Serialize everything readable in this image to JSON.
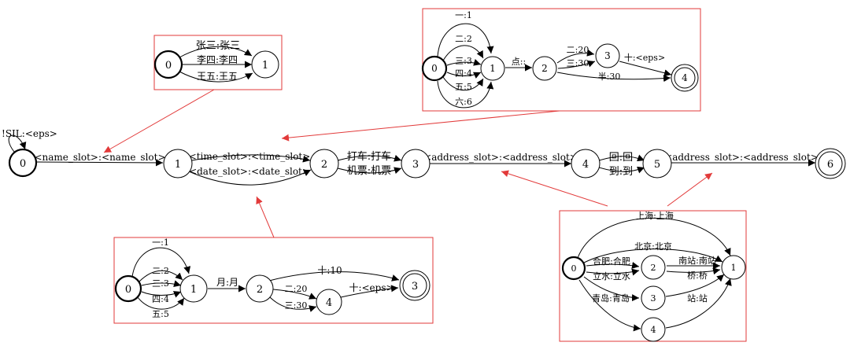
{
  "main": {
    "loop": "!SIL:<eps>",
    "nodes": [
      "0",
      "1",
      "2",
      "3",
      "4",
      "5",
      "6"
    ],
    "edges": {
      "e01": "<name_slot>:<name_slot>",
      "e12a": "<time_slot>:<time_slot>",
      "e12b": "<date_slot>:<date_slot>",
      "e23a": "打车:打车",
      "e23b": "机票:机票",
      "e34": "<address_slot>:<address_slot>",
      "e45a": "回:回",
      "e45b": "到:到",
      "e56": "<address_slot>:<address_slot>"
    }
  },
  "name_fst": {
    "nodes": [
      "0",
      "1"
    ],
    "edges": [
      "张三:张三",
      "李四:李四",
      "王五:王五"
    ]
  },
  "time_fst": {
    "nodes": [
      "0",
      "1",
      "2",
      "3",
      "4"
    ],
    "digits": [
      "一:1",
      "二:2",
      "三:3",
      "四:4",
      "五:5",
      "六:6"
    ],
    "dot": "点::",
    "e23a": "二:20",
    "e23b": "三:30",
    "e34": "十:<eps>",
    "e24": "半:30"
  },
  "date_fst": {
    "nodes": [
      "0",
      "1",
      "2",
      "3",
      "4"
    ],
    "digits": [
      "一:1",
      "二:2",
      "三:3",
      "四:4",
      "五:5"
    ],
    "month": "月:月",
    "e23": "十:10",
    "e24a": "二:20",
    "e24b": "三:30",
    "e43": "十:<eps>"
  },
  "address_fst": {
    "nodes": [
      "0",
      "1",
      "2",
      "3",
      "4"
    ],
    "e_sh": "上海:上海",
    "e_bj": "北京:北京",
    "e_hf": "合肥:合肥",
    "e_ls": "立水:立水",
    "e_nz": "南站:南站",
    "e_qiao": "桥:桥",
    "e_qd": "青岛:青岛",
    "e_zz": "站:站"
  }
}
